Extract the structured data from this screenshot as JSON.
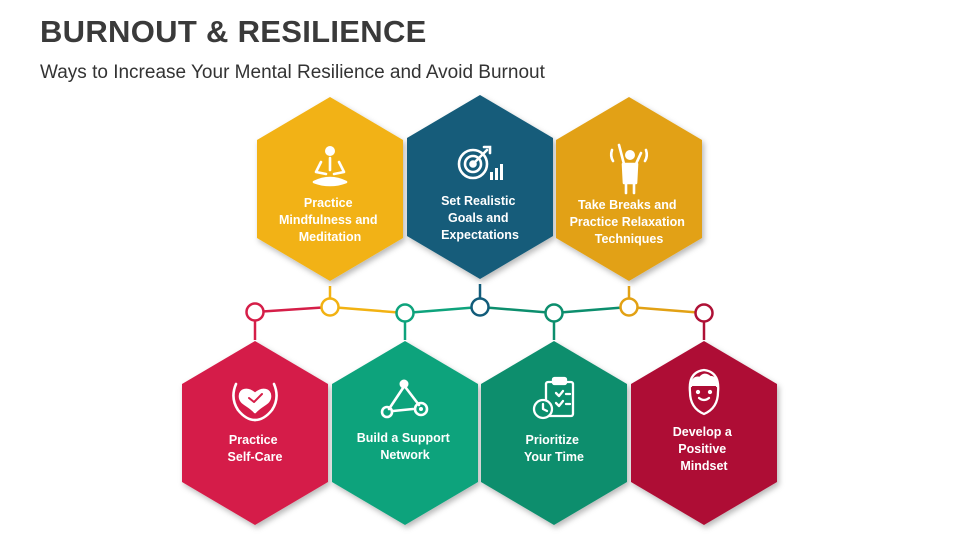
{
  "header": {
    "title": "BURNOUT & RESILIENCE",
    "subtitle": "Ways to Increase Your Mental Resilience and Avoid Burnout"
  },
  "colors": {
    "yellow": "#F2B212",
    "teal_dark": "#125C7A",
    "orange": "#E2A114",
    "red": "#D51E48",
    "green": "#0EA37C",
    "green_dark": "#0C8E6D",
    "maroon": "#AE1136",
    "connector_red": "#D51E48",
    "connector_yellow": "#F2B212",
    "connector_green": "#0EA37C",
    "connector_teal": "#125C7A",
    "connector_orange": "#E2A114",
    "connector_maroon": "#AE1136"
  },
  "items": {
    "mindfulness": {
      "lines": [
        "Practice",
        "Mindfulness and",
        "Meditation"
      ],
      "icon": "meditation-icon"
    },
    "goals": {
      "lines": [
        "Set Realistic",
        "Goals and",
        "Expectations"
      ],
      "icon": "target-icon"
    },
    "breaks": {
      "lines": [
        "Take Breaks and",
        "Practice Relaxation",
        "Techniques"
      ],
      "icon": "stretching-icon"
    },
    "selfcare": {
      "lines": [
        "Practice",
        "Self-Care"
      ],
      "icon": "heart-hands-icon"
    },
    "support": {
      "lines": [
        "Build a Support",
        "Network"
      ],
      "icon": "network-icon"
    },
    "time": {
      "lines": [
        "Prioritize",
        "Your Time"
      ],
      "icon": "clipboard-clock-icon"
    },
    "mindset": {
      "lines": [
        "Develop a",
        "Positive",
        "Mindset"
      ],
      "icon": "brain-head-icon"
    }
  }
}
